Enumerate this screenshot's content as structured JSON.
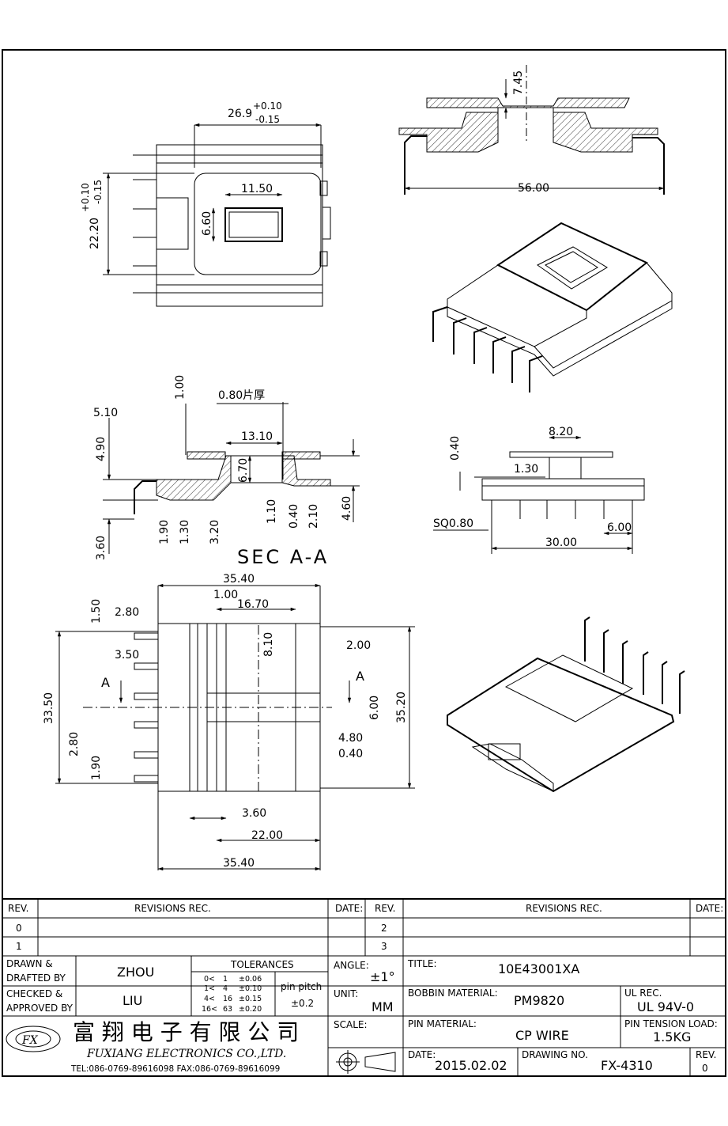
{
  "views": {
    "top": {
      "dims": [
        "26.9",
        "+0.10",
        "-0.15",
        "11.50",
        "6.60",
        "22.20",
        "+0.10",
        "-0.15"
      ]
    },
    "side": {
      "dims": [
        "7.45",
        "56.00"
      ]
    },
    "section": {
      "title": "SEC  A-A",
      "dims": [
        "1.00",
        "0.80片厚",
        "5.10",
        "4.90",
        "13.10",
        "6.70",
        "1.10",
        "0.40",
        "2.10",
        "4.60",
        "1.90",
        "1.30",
        "3.20",
        "3.60"
      ]
    },
    "front": {
      "dims": [
        "8.20",
        "0.40",
        "1.30",
        "SQ0.80",
        "6.00",
        "30.00"
      ]
    },
    "bottom": {
      "dims": [
        "35.40",
        "1.00",
        "16.70",
        "1.50",
        "2.80",
        "8.10",
        "2.00",
        "3.50",
        "33.50",
        "6.00",
        "35.20",
        "2.80",
        "4.80",
        "0.40",
        "1.90",
        "3.60",
        "22.00",
        "35.40"
      ],
      "section_marks": [
        "A",
        "A"
      ]
    }
  },
  "title_block": {
    "rev_header": "REV.",
    "revisions_header": "REVISIONS    REC.",
    "date_header": "DATE:",
    "revs_left": [
      "0",
      "1"
    ],
    "revs_right": [
      "2",
      "3"
    ],
    "drawn_label_1": "DRAWN  &",
    "drawn_label_2": "DRAFTED BY",
    "drawn_by": "ZHOU",
    "checked_label_1": "CHECKED &",
    "checked_label_2": "APPROVED BY",
    "checked_by": "LIU",
    "tolerances_label": "TOLERANCES",
    "tolerances": [
      [
        "0<",
        "1",
        "±0.06"
      ],
      [
        "1<",
        "4",
        "±0.10"
      ],
      [
        "4<",
        "16",
        "±0.15"
      ],
      [
        "16<",
        "63",
        "±0.20"
      ]
    ],
    "pin_pitch_label": "pin pitch",
    "pin_pitch_value": "±0.2",
    "angle_label": "ANGLE:",
    "angle_value": "±1°",
    "unit_label": "UNIT:",
    "unit_value": "MM",
    "scale_label": "SCALE:",
    "title_label": "TITLE:",
    "title_value": "10E43001XA",
    "bobbin_label": "BOBBIN MATERIAL:",
    "bobbin_value": "PM9820",
    "ul_label": "UL REC.",
    "ul_value": "UL 94V-0",
    "pin_material_label": "PIN MATERIAL:",
    "pin_material_value": "CP WIRE",
    "pin_tension_label": "PIN TENSION LOAD:",
    "pin_tension_value": "1.5KG",
    "date_label": "DATE:",
    "date_value": "2015.02.02",
    "drawing_no_label": "DRAWING NO.",
    "drawing_no_value": "FX-4310",
    "rev_label": "REV.",
    "rev_value": "0",
    "company_cn": "富 翔 电 子 有 限 公 司",
    "company_en": "FUXIANG  ELECTRONICS CO.,LTD.",
    "company_contact": "TEL:086-0769-89616098  FAX:086-0769-89616099",
    "logo_text": "FX"
  }
}
